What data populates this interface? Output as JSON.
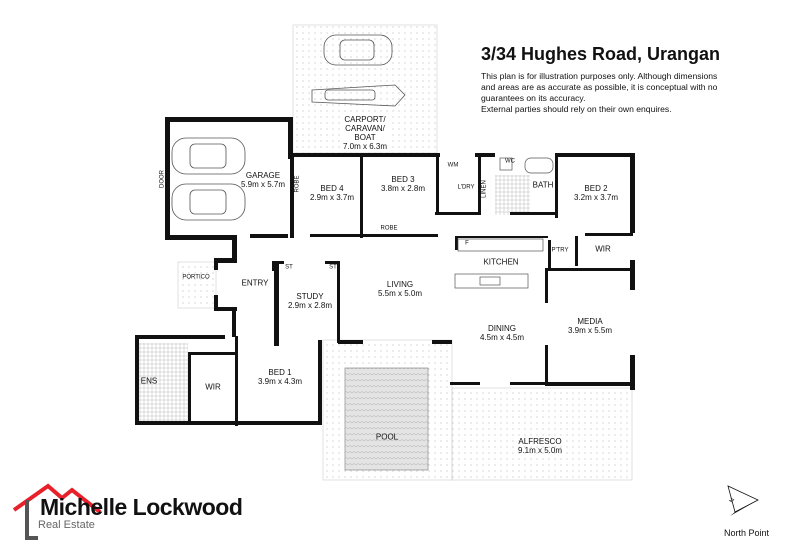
{
  "header": {
    "title": "3/34 Hughes Road, Urangan",
    "disclaimer": [
      "This plan is for illustration purposes only.  Although dimensions",
      "and areas are as accurate as possible, it is conceptual with no",
      "guarantees on its accuracy.",
      "External parties should rely on their own enquires."
    ]
  },
  "rooms": {
    "carport": {
      "name1": "CARPORT/",
      "name2": "CARAVAN/",
      "name3": "BOAT",
      "size": "7.0m x 6.3m"
    },
    "garage": {
      "name": "GARAGE",
      "size": "5.9m x 5.7m"
    },
    "bed4": {
      "name": "BED 4",
      "size": "2.9m x 3.7m"
    },
    "bed3": {
      "name": "BED 3",
      "size": "3.8m x 2.8m"
    },
    "bed2": {
      "name": "BED 2",
      "size": "3.2m x 3.7m"
    },
    "bed1": {
      "name": "BED 1",
      "size": "3.9m x 4.3m"
    },
    "study": {
      "name": "STUDY",
      "size": "2.9m x 2.8m"
    },
    "living": {
      "name": "LIVING",
      "size": "5.5m x 5.0m"
    },
    "dining": {
      "name": "DINING",
      "size": "4.5m x 4.5m"
    },
    "media": {
      "name": "MEDIA",
      "size": "3.9m x 5.5m"
    },
    "alfresco": {
      "name": "ALFRESCO",
      "size": "9.1m x 5.0m"
    },
    "kitchen": "KITCHEN",
    "laundry": "L'DRY",
    "wm": "WM",
    "linen": "LINEN",
    "wc": "WC",
    "bath": "BATH",
    "pantry": "P'TRY",
    "fridge": "F",
    "wir_bed2": "WIR",
    "wir_bed1": "WIR",
    "ens": "ENS",
    "robe_bed4": "ROBE",
    "robe_bed3": "ROBE",
    "st1": "ST",
    "st2": "ST",
    "portico": "PORTICO",
    "entry": "ENTRY",
    "pool": "POOL",
    "garage_door": "DOOR"
  },
  "logo": {
    "name": "Michelle Lockwood",
    "sub": "Real Estate"
  },
  "north": {
    "label": "North Point",
    "letter": "N"
  },
  "colors": {
    "wall": "#111111",
    "logo_red": "#e8202a",
    "logo_grey": "#555555"
  }
}
